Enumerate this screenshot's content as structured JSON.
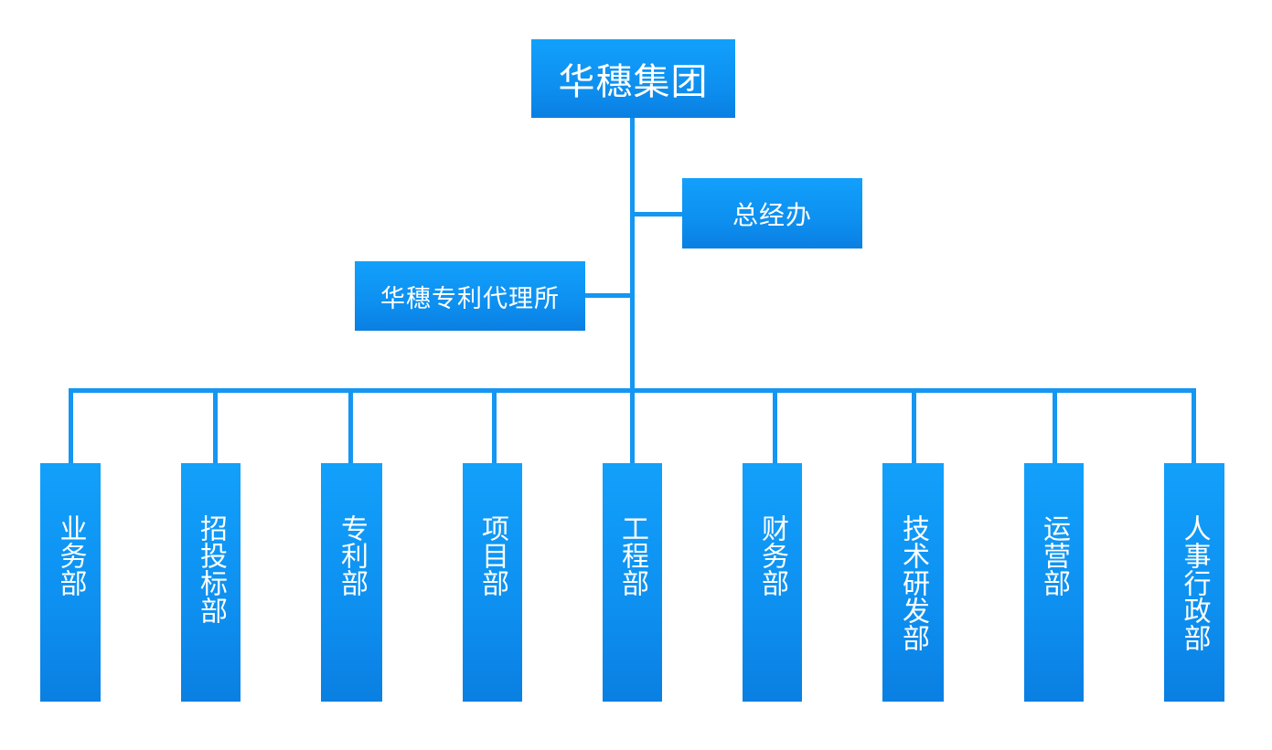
{
  "diagram": {
    "root": {
      "label": "华穗集团"
    },
    "office": {
      "label": "总经办"
    },
    "agency": {
      "label": "华穗专利代理所"
    },
    "departments": [
      {
        "label": "业务部"
      },
      {
        "label": "招投标部"
      },
      {
        "label": "专利部"
      },
      {
        "label": "项目部"
      },
      {
        "label": "工程部"
      },
      {
        "label": "财务部"
      },
      {
        "label": "技术研发部"
      },
      {
        "label": "运营部"
      },
      {
        "label": "人事行政部"
      }
    ]
  },
  "colors": {
    "line": "#1596f2",
    "box_top": "#12a0fb",
    "box_bottom": "#0a7fe2",
    "text": "#ffffff"
  }
}
